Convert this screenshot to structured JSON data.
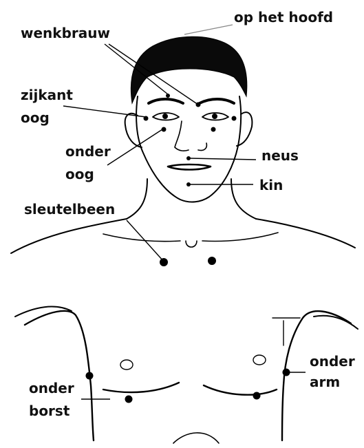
{
  "labels": {
    "top_of_head": "op het hoofd",
    "eyebrow": "wenkbrauw",
    "side_eye_1": "zijkant",
    "side_eye_2": "oog",
    "under_eye_1": "onder",
    "under_eye_2": "oog",
    "nose": "neus",
    "chin": "kin",
    "collarbone": "sleutelbeen",
    "under_arm_1": "onder",
    "under_arm_2": "arm",
    "under_breast_1": "onder",
    "under_breast_2": "borst"
  },
  "colors": {
    "ink": "#000000",
    "background": "#ffffff",
    "leader_grey": "#888888"
  }
}
